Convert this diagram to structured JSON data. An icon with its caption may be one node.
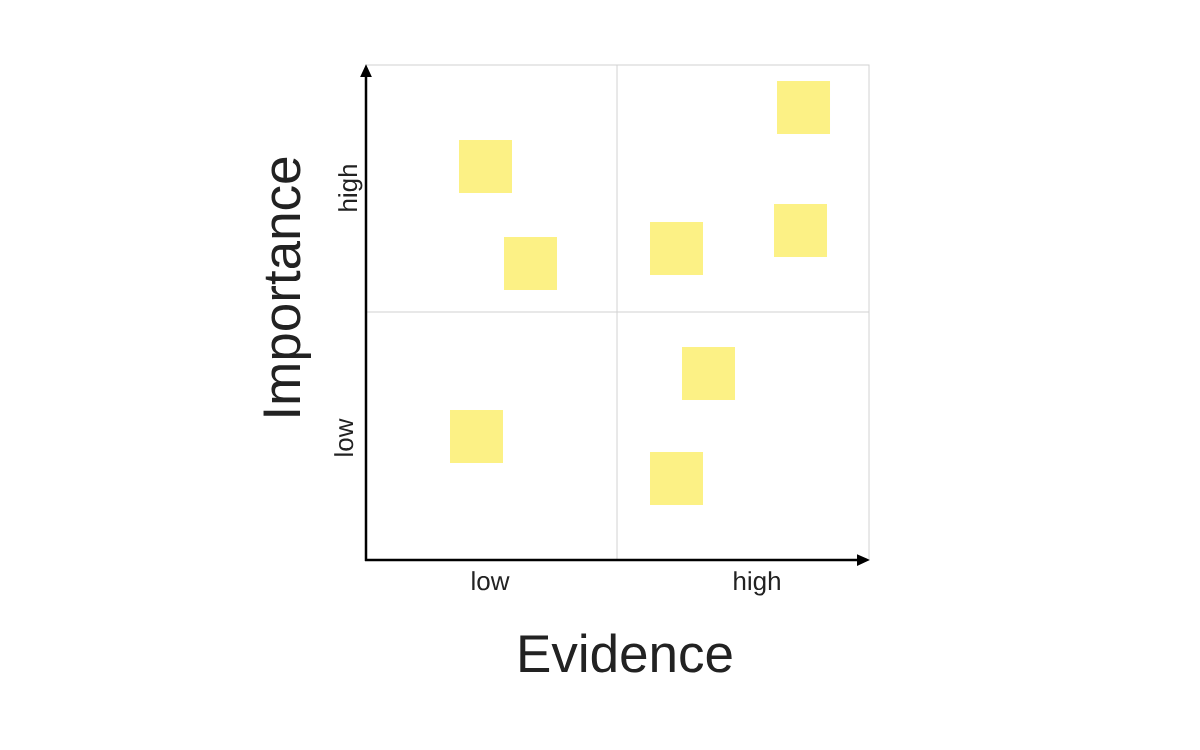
{
  "diagram": {
    "nodes": [
      {
        "text": [],
        "shape": "box"
      },
      {
        "text": [],
        "shape": "box"
      },
      {
        "text": [],
        "shape": "box"
      },
      {
        "text": [],
        "shape": "box"
      },
      {
        "text": [],
        "shape": "box"
      },
      {
        "text": [],
        "shape": "box"
      },
      {
        "text": [],
        "shape": "box"
      },
      {
        "text": [],
        "shape": "box"
      }
    ],
    "labels": [
      "Importance",
      "high",
      "low",
      "low",
      "high",
      "Evidence"
    ]
  }
}
